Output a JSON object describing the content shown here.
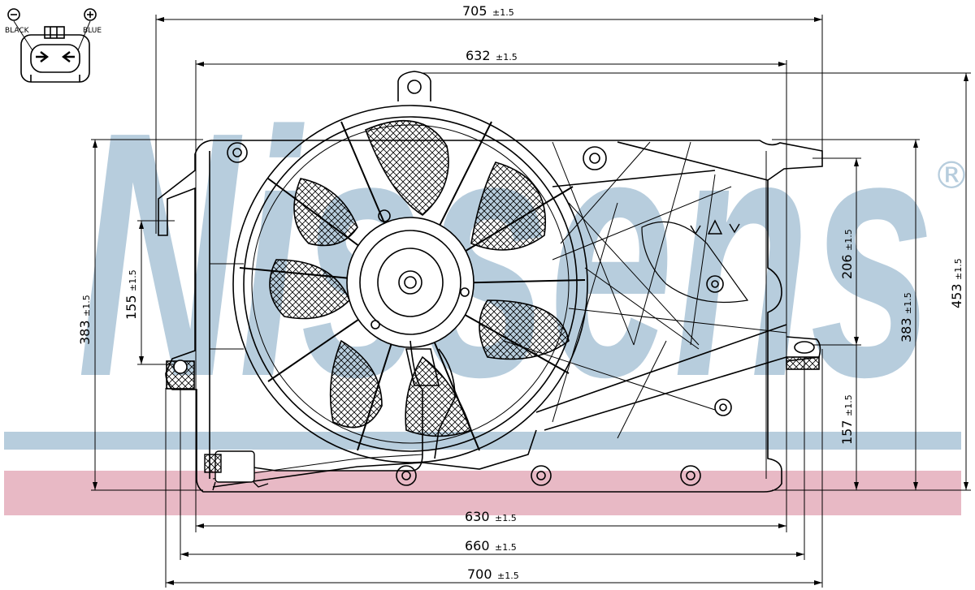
{
  "brand": {
    "text": "Nissens",
    "registered_mark": "®",
    "color": "#b7cddd"
  },
  "band_colors": {
    "blue_band": "#b7cddd",
    "pink_band": "#e8b9c5"
  },
  "connector": {
    "minus_symbol": "⊖",
    "plus_symbol": "⊕",
    "black_label": "BLACK",
    "blue_label": "BLUE"
  },
  "dimensions": {
    "top_705": {
      "value": "705",
      "tol": "±1.5"
    },
    "top_632": {
      "value": "632",
      "tol": "±1.5"
    },
    "bottom_630": {
      "value": "630",
      "tol": "±1.5"
    },
    "bottom_660": {
      "value": "660",
      "tol": "±1.5"
    },
    "bottom_700": {
      "value": "700",
      "tol": "±1.5"
    },
    "left_383": {
      "value": "383",
      "tol": "±1.5"
    },
    "left_155": {
      "value": "155",
      "tol": "±1.5"
    },
    "right_206": {
      "value": "206",
      "tol": "±1.5"
    },
    "right_157": {
      "value": "157",
      "tol": "±1.5"
    },
    "right_383": {
      "value": "383",
      "tol": "±1.5"
    },
    "right_453": {
      "value": "453",
      "tol": "±1.5"
    }
  },
  "line_color": "#000000"
}
